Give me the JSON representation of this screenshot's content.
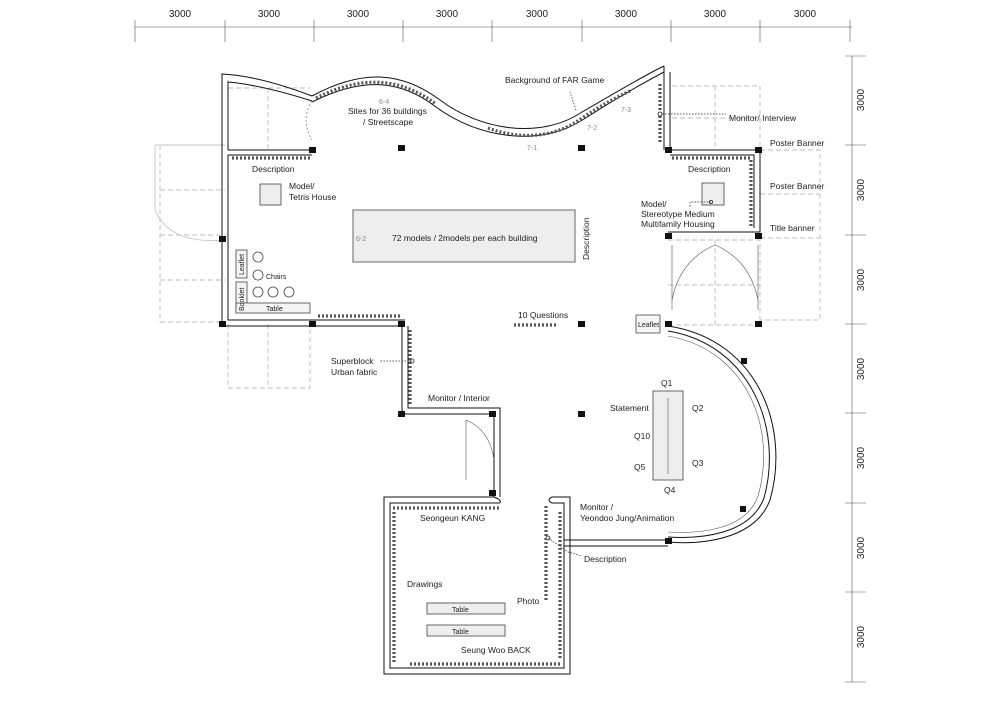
{
  "dimensions": {
    "top": [
      "3000",
      "3000",
      "3000",
      "3000",
      "3000",
      "3000",
      "3000",
      "3000"
    ],
    "right": [
      "3000",
      "3000",
      "3000",
      "3000",
      "3000",
      "3000",
      "3000"
    ]
  },
  "labels": {
    "background_far_game": "Background of FAR Game",
    "sites_line1": "Sites for 36 buildings",
    "sites_line2": "/ Streetscape",
    "monitor_interview": "Monitor/ Interview",
    "poster_banner_1": "Poster Banner",
    "poster_banner_2": "Poster Banner",
    "title_banner": "Title banner",
    "description_left": "Description",
    "description_right": "Description",
    "description_vertical": "Description",
    "description_bottom": "Description",
    "model_tetris_1": "Model/",
    "model_tetris_2": "Tetris House",
    "models_72": "72 models / 2models per each building",
    "model_stereo_1": "Model/",
    "model_stereo_2": "Stereotype Medium",
    "model_stereo_3": "Multifamily Housing",
    "leaflet_left": "Leaflet",
    "booklet": "Booklet",
    "chairs": "Chairs",
    "table_left": "Table",
    "ten_questions": "10 Questions",
    "leaflet_right": "Leaflet",
    "superblock_1": "Superblock",
    "superblock_2": "Urban fabric",
    "monitor_interior": "Monitor / Interior",
    "statement": "Statement",
    "q1": "Q1",
    "q2": "Q2",
    "q3": "Q3",
    "q4": "Q4",
    "q5": "Q5",
    "q10": "Q10",
    "monitor_yeondoo_1": "Monitor /",
    "monitor_yeondoo_2": "Yeondoo Jung/Animation",
    "seongeun_kang": "Seongeun KANG",
    "drawings": "Drawings",
    "photo": "Photo",
    "table_1": "Table",
    "table_2": "Table",
    "seung_woo_back": "Seung Woo BACK",
    "site_6_4": "6-4",
    "site_6_2": "6-2",
    "site_7_1": "7-1",
    "site_7_2": "7-2",
    "site_7_3": "7-3"
  }
}
